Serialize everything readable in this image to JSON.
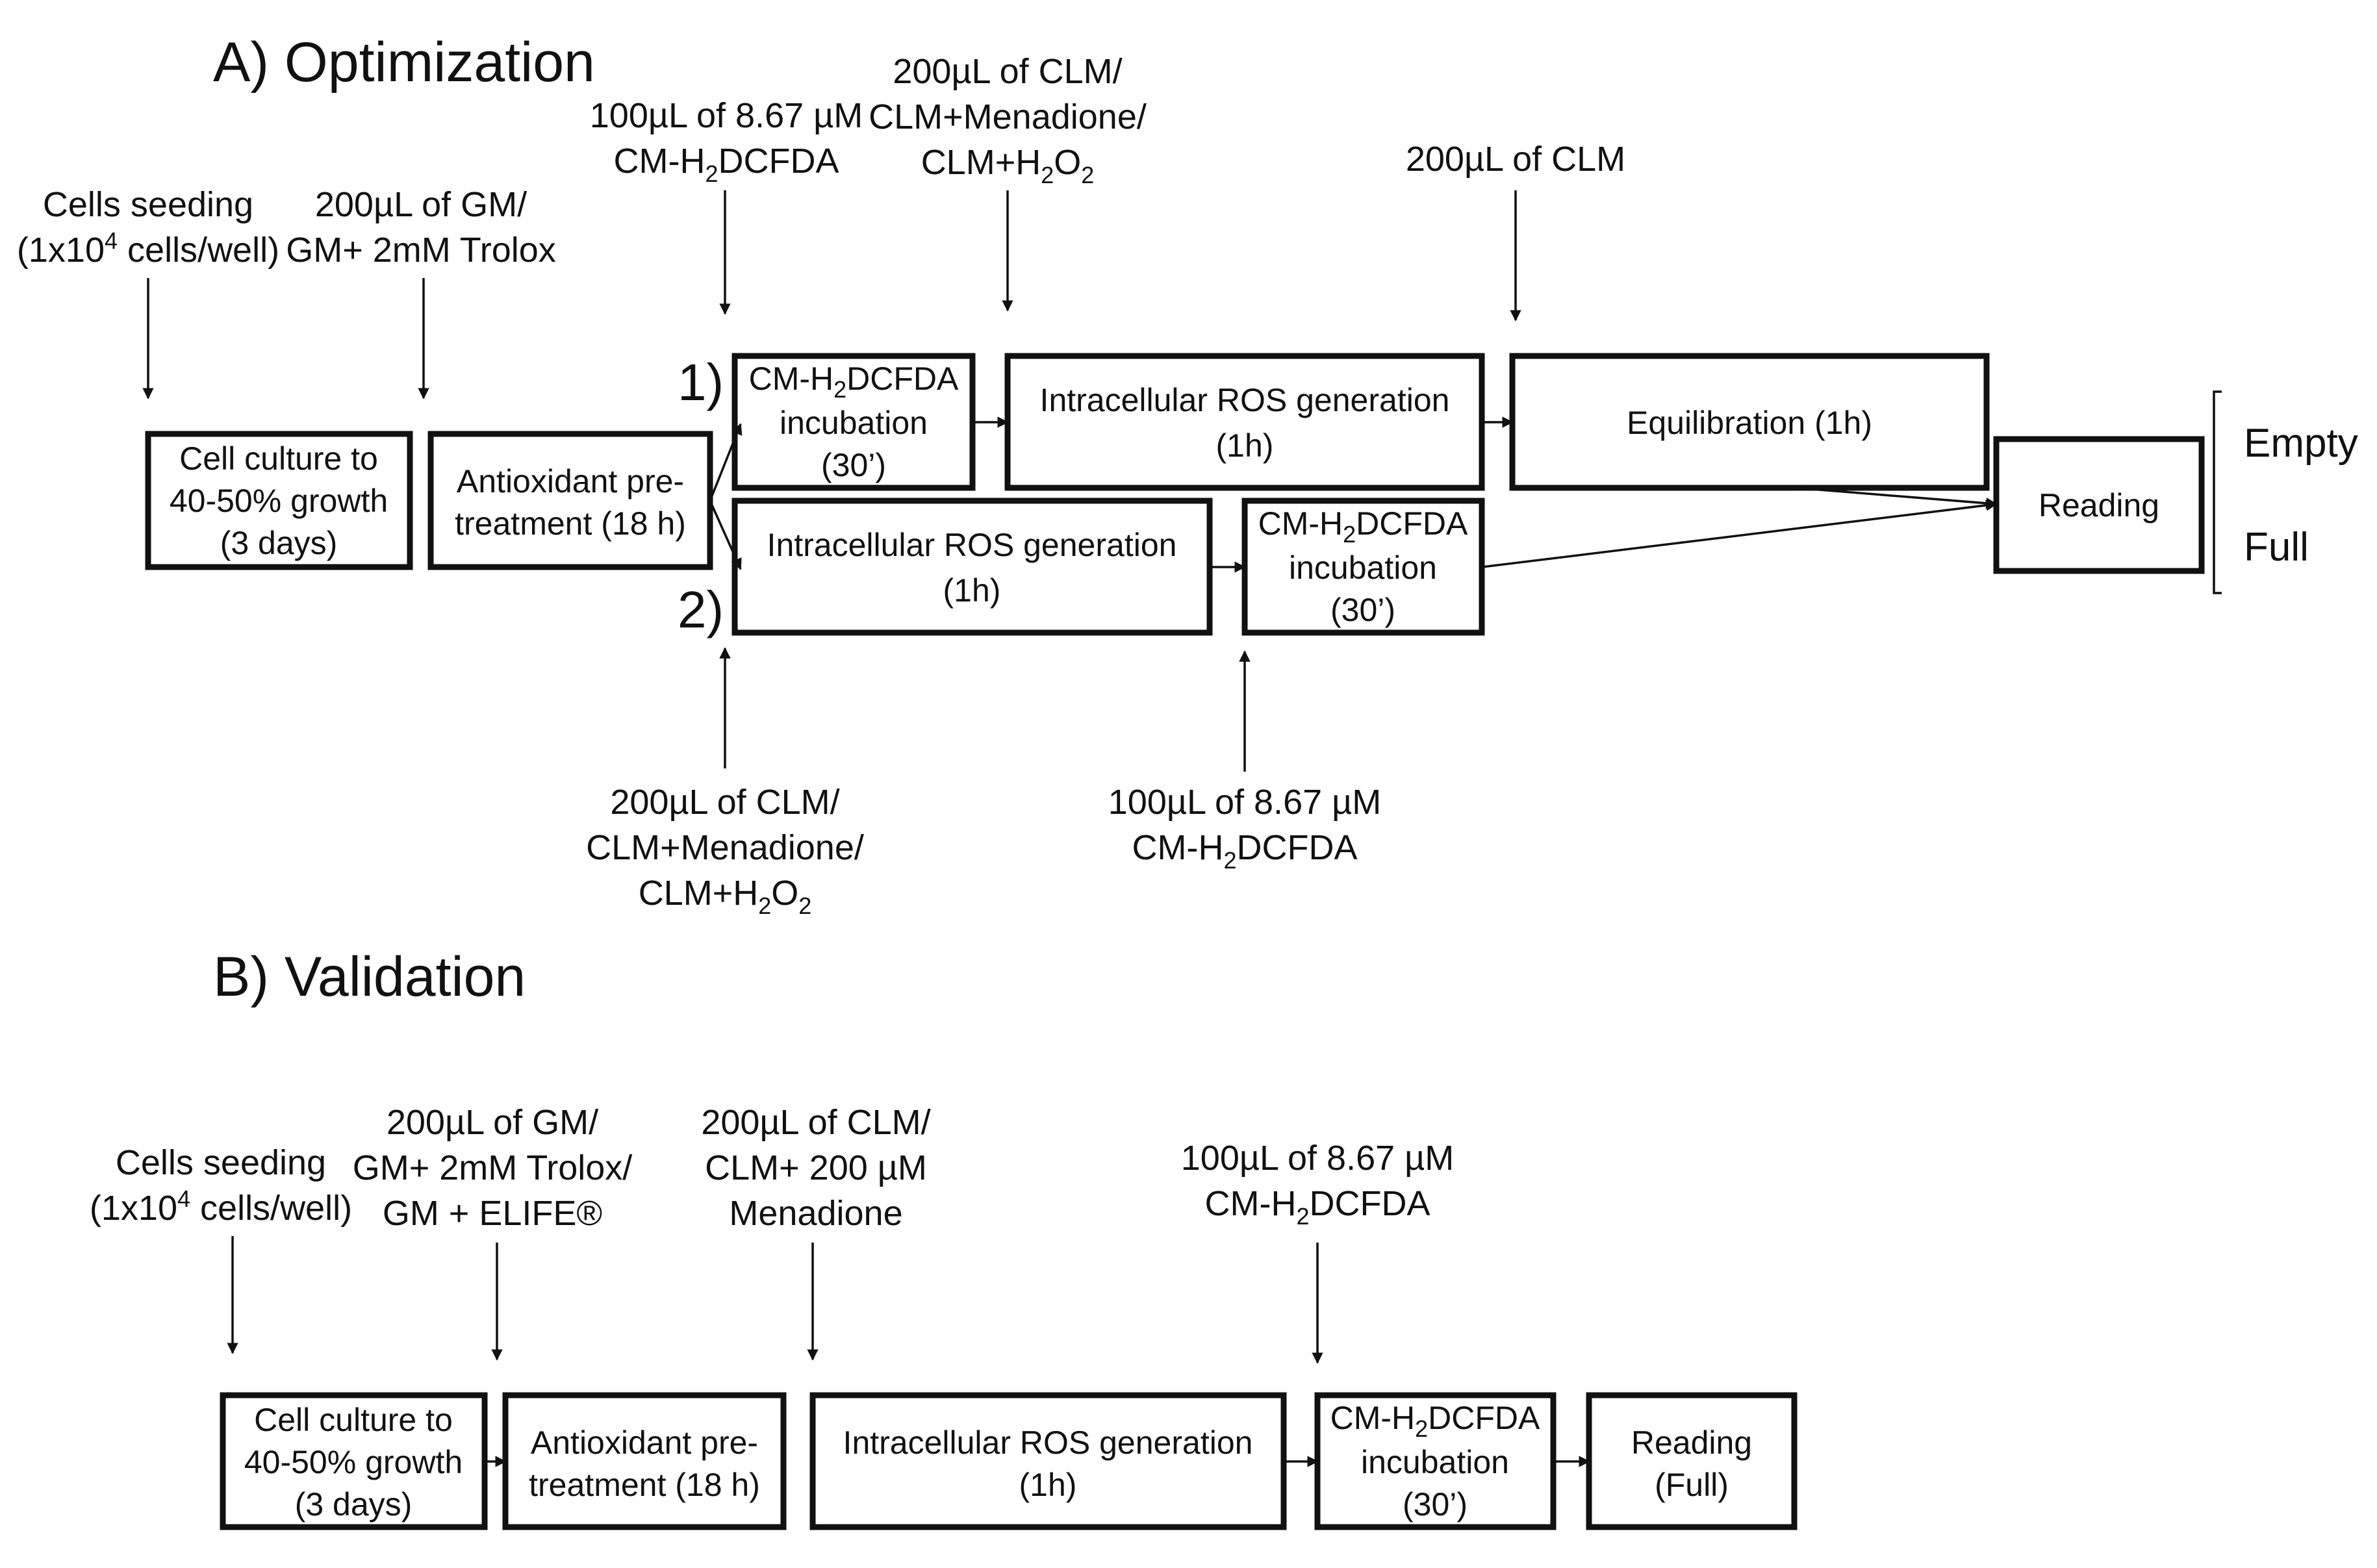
{
  "colors": {
    "stroke": "#111111",
    "background": "#ffffff"
  },
  "sectionA": {
    "title": "A) Optimization",
    "path1_label": "1)",
    "path2_label": "2)",
    "outcome_empty": "Empty",
    "outcome_full": "Full",
    "labels": {
      "seeding": {
        "line1": "Cells seeding",
        "line2_pre": "(1x10",
        "line2_sup": "4",
        "line2_post": "  cells/well)"
      },
      "gm": {
        "line1": "200µL  of GM/",
        "line2": "GM+ 2mM Trolox"
      },
      "probe_top": {
        "line1": "100µL of 8.67 µM",
        "line2_pre": "CM-H",
        "line2_sub": "2",
        "line2_post": "DCFDA"
      },
      "clm_top": {
        "line1": "200µL of CLM/",
        "line2": "CLM+Menadione/",
        "line3_pre": "CLM+H",
        "line3_sub1": "2",
        "line3_mid": "O",
        "line3_sub2": "2"
      },
      "clm_only": {
        "line1": "200µL of CLM"
      },
      "clm_bottom": {
        "line1": "200µL of CLM/",
        "line2": "CLM+Menadione/",
        "line3_pre": "CLM+H",
        "line3_sub1": "2",
        "line3_mid": "O",
        "line3_sub2": "2"
      },
      "probe_bottom": {
        "line1": "100µL of 8.67 µM",
        "line2_pre": "CM-H",
        "line2_sub": "2",
        "line2_post": "DCFDA"
      }
    },
    "boxes": {
      "culture": {
        "line1": "Cell culture to",
        "line2": "40-50% growth",
        "line3": "(3 days)"
      },
      "pretreat": {
        "line1": "Antioxidant pre-",
        "line2": "treatment (18 h)"
      },
      "probe1": {
        "line1_pre": "CM-H",
        "line1_sub": "2",
        "line1_post": "DCFDA",
        "line2": "incubation",
        "line3": "(30’)"
      },
      "ros1": {
        "line1": "Intracellular ROS generation",
        "line2": "(1h)"
      },
      "equil": {
        "line1": "Equilibration (1h)"
      },
      "ros2": {
        "line1": "Intracellular ROS generation",
        "line2": "(1h)"
      },
      "probe2": {
        "line1_pre": "CM-H",
        "line1_sub": "2",
        "line1_post": "DCFDA",
        "line2": "incubation",
        "line3": "(30’)"
      },
      "reading": {
        "line1": "Reading"
      }
    }
  },
  "sectionB": {
    "title": "B) Validation",
    "labels": {
      "seeding": {
        "line1": "Cells seeding",
        "line2_pre": "(1x10",
        "line2_sup": "4",
        "line2_post": "  cells/well)"
      },
      "gm": {
        "line1": "200µL  of GM/",
        "line2": "GM+ 2mM Trolox/",
        "line3": "GM + ELIFE®"
      },
      "clm": {
        "line1": "200µL of CLM/",
        "line2": "CLM+ 200 µM",
        "line3": "Menadione"
      },
      "probe": {
        "line1": "100µL of 8.67 µM",
        "line2_pre": "CM-H",
        "line2_sub": "2",
        "line2_post": "DCFDA"
      }
    },
    "boxes": {
      "culture": {
        "line1": "Cell culture to",
        "line2": "40-50% growth",
        "line3": "(3 days)"
      },
      "pretreat": {
        "line1": "Antioxidant pre-",
        "line2": "treatment (18 h)"
      },
      "ros": {
        "line1": "Intracellular ROS generation",
        "line2": "(1h)"
      },
      "probe": {
        "line1_pre": "CM-H",
        "line1_sub": "2",
        "line1_post": "DCFDA",
        "line2": "incubation",
        "line3": "(30’)"
      },
      "reading": {
        "line1": "Reading",
        "line2": "(Full)"
      }
    }
  }
}
